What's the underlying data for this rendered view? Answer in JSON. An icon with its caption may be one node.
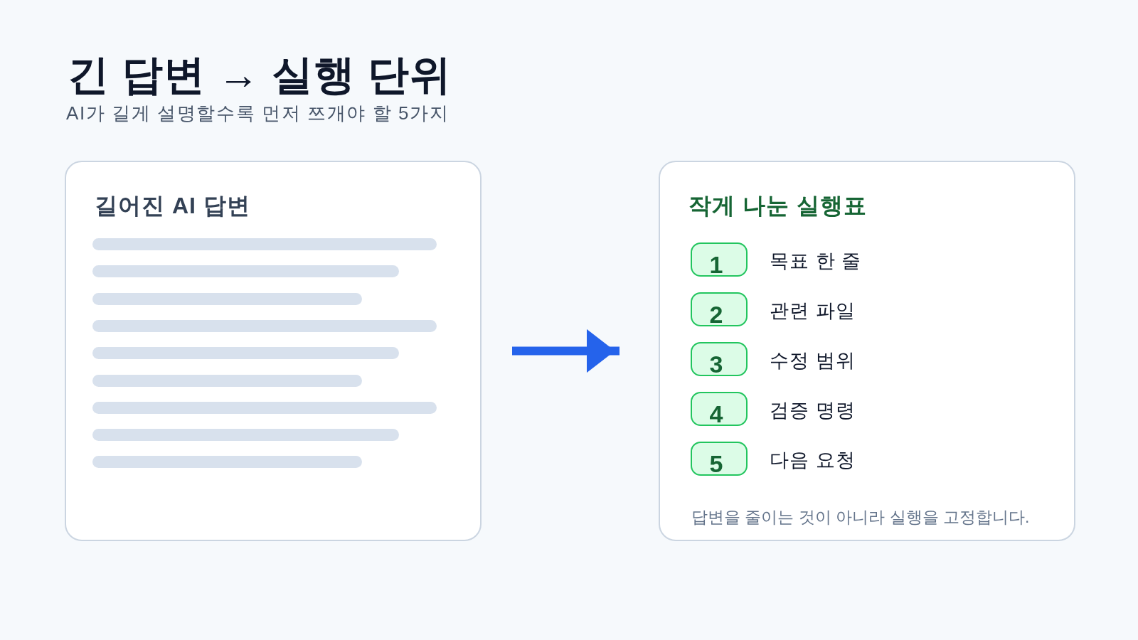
{
  "diagram": {
    "title": "긴 답변 → 실행 단위",
    "nodes": [
      {
        "text": [
          "길어진 AI 답변"
        ]
      },
      {
        "text": [
          "작게 나눈 실행표",
          "답변을 줄이는 것이 아니라 실행을 고정합니다."
        ]
      },
      {
        "text": [
          "1"
        ],
        "in": 1,
        "beside": [
          "목표 한 줄"
        ]
      },
      {
        "text": [
          "2"
        ],
        "in": 1,
        "beside": [
          "관련 파일"
        ]
      },
      {
        "text": [
          "3"
        ],
        "in": 1,
        "beside": [
          "수정 범위"
        ]
      },
      {
        "text": [
          "4"
        ],
        "in": 1,
        "beside": [
          "검증 명령"
        ]
      },
      {
        "text": [
          "5"
        ],
        "in": 1,
        "beside": [
          "다음 요청"
        ]
      }
    ],
    "edges": [
      {
        "from": 0,
        "to": 1,
        "arrow": "to"
      }
    ],
    "labels": [
      "AI가 길게 설명할수록 먼저 쯔개야 할 5가지"
    ]
  }
}
